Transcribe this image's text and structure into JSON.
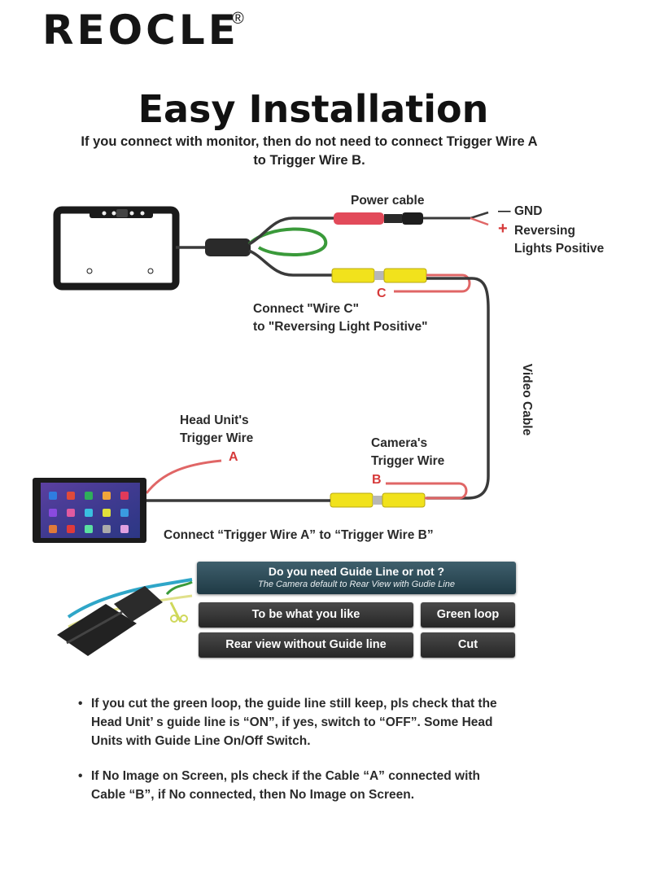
{
  "brand": {
    "name": "REOCLE",
    "registered": "®"
  },
  "title": "Easy Installation",
  "subtitle": "If you connect with monitor, then do not need to connect Trigger Wire A to Trigger Wire B.",
  "diagram": {
    "power_cable": "Power cable",
    "gnd_sign": "—",
    "gnd": "GND",
    "plus_sign": "+",
    "reversing_line1": "Reversing",
    "reversing_line2": "Lights Positive",
    "letter_c": "C",
    "connect_c_line1": "Connect \"Wire C\"",
    "connect_c_line2": "to \"Reversing Light Positive\"",
    "video_cable": "Video Cable",
    "head_unit_line1": "Head Unit's",
    "head_unit_line2": "Trigger Wire",
    "letter_a": "A",
    "camera_line1": "Camera's",
    "camera_line2": "Trigger Wire",
    "letter_b": "B",
    "connect_ab": "Connect “Trigger Wire  A” to “Trigger Wire  B”"
  },
  "guide_panel": {
    "question": "Do you need Guide Line or not ?",
    "subtext": "The Camera default to Rear View with Gudie Line",
    "options": [
      {
        "label": "To be what you like",
        "value": "Green loop"
      },
      {
        "label": "Rear view without Guide line",
        "value": "Cut"
      }
    ]
  },
  "notes": [
    {
      "bullet": "•",
      "line1": "If you cut the green loop, the guide line still keep, pls check that the",
      "line2": "Head Unit’ s guide line is “ON”, if yes, switch to “OFF”.  Some Head",
      "line3": "Units with Guide Line On/Off Switch."
    },
    {
      "bullet": "•",
      "line1": "If No Image on Screen, pls check if the Cable “A” connected with",
      "line2": "Cable “B”, if No connected, then No Image on Screen."
    }
  ],
  "colors": {
    "wire_red": "#e06666",
    "wire_black": "#3a3a3a",
    "wire_green": "#3a9a3a",
    "rca_yellow": "#f1e21c",
    "letter_red": "#d63a3a",
    "panel_teal": "#2c4a56"
  }
}
